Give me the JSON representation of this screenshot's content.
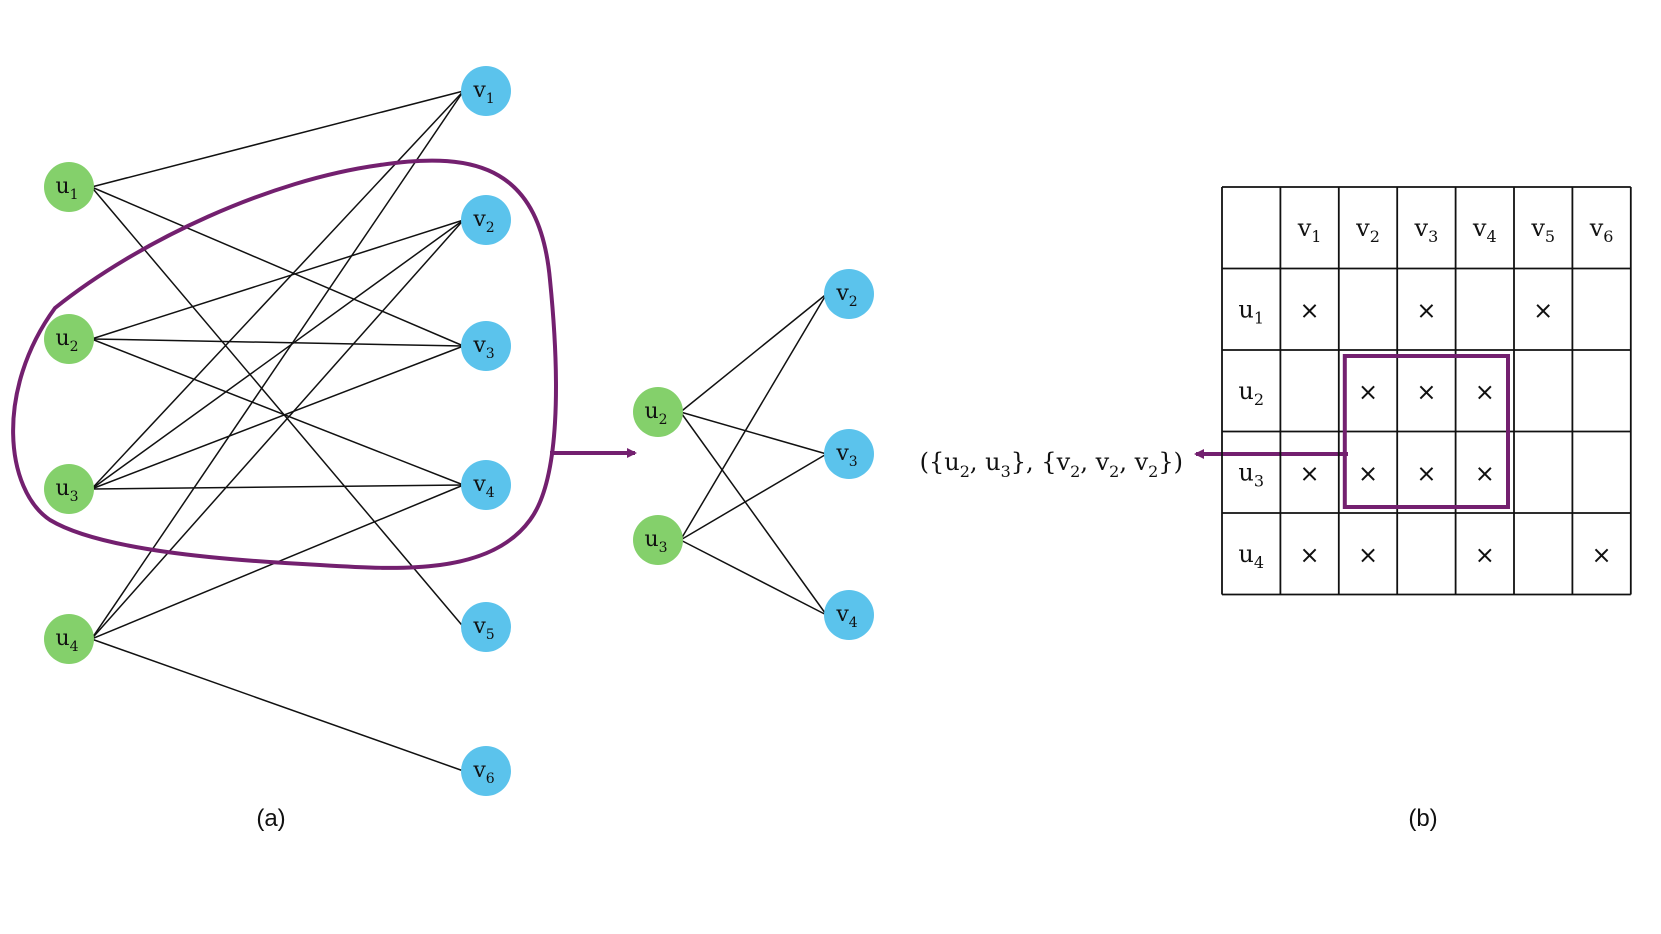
{
  "graph_a": {
    "caption": "(a)",
    "u_nodes": [
      {
        "id": "u1",
        "base": "u",
        "sub": "1"
      },
      {
        "id": "u2",
        "base": "u",
        "sub": "2"
      },
      {
        "id": "u3",
        "base": "u",
        "sub": "3"
      },
      {
        "id": "u4",
        "base": "u",
        "sub": "4"
      }
    ],
    "v_nodes": [
      {
        "id": "v1",
        "base": "v",
        "sub": "1"
      },
      {
        "id": "v2",
        "base": "v",
        "sub": "2"
      },
      {
        "id": "v3",
        "base": "v",
        "sub": "3"
      },
      {
        "id": "v4",
        "base": "v",
        "sub": "4"
      },
      {
        "id": "v5",
        "base": "v",
        "sub": "5"
      },
      {
        "id": "v6",
        "base": "v",
        "sub": "6"
      }
    ],
    "edges": [
      [
        "u1",
        "v1"
      ],
      [
        "u1",
        "v3"
      ],
      [
        "u1",
        "v5"
      ],
      [
        "u2",
        "v2"
      ],
      [
        "u2",
        "v3"
      ],
      [
        "u2",
        "v4"
      ],
      [
        "u3",
        "v1"
      ],
      [
        "u3",
        "v2"
      ],
      [
        "u3",
        "v3"
      ],
      [
        "u3",
        "v4"
      ],
      [
        "u4",
        "v1"
      ],
      [
        "u4",
        "v2"
      ],
      [
        "u4",
        "v4"
      ],
      [
        "u4",
        "v6"
      ]
    ]
  },
  "subgraph": {
    "u_nodes": [
      {
        "id": "u2",
        "base": "u",
        "sub": "2"
      },
      {
        "id": "u3",
        "base": "u",
        "sub": "3"
      }
    ],
    "v_nodes": [
      {
        "id": "v2",
        "base": "v",
        "sub": "2"
      },
      {
        "id": "v3",
        "base": "v",
        "sub": "3"
      },
      {
        "id": "v4",
        "base": "v",
        "sub": "4"
      }
    ],
    "edges": [
      [
        "u2",
        "v2"
      ],
      [
        "u2",
        "v3"
      ],
      [
        "u2",
        "v4"
      ],
      [
        "u3",
        "v2"
      ],
      [
        "u3",
        "v3"
      ],
      [
        "u3",
        "v4"
      ]
    ]
  },
  "tuple_parts": [
    {
      "t": "({"
    },
    {
      "t": "u"
    },
    {
      "s": "2"
    },
    {
      "t": ", u"
    },
    {
      "s": "3"
    },
    {
      "t": "}, {v"
    },
    {
      "s": "2"
    },
    {
      "t": ", v"
    },
    {
      "s": "2"
    },
    {
      "t": ", v"
    },
    {
      "s": "2"
    },
    {
      "t": "})"
    }
  ],
  "matrix_b": {
    "caption": "(b)",
    "col_headers": [
      {
        "base": "v",
        "sub": "1"
      },
      {
        "base": "v",
        "sub": "2"
      },
      {
        "base": "v",
        "sub": "3"
      },
      {
        "base": "v",
        "sub": "4"
      },
      {
        "base": "v",
        "sub": "5"
      },
      {
        "base": "v",
        "sub": "6"
      }
    ],
    "row_headers": [
      {
        "base": "u",
        "sub": "1"
      },
      {
        "base": "u",
        "sub": "2"
      },
      {
        "base": "u",
        "sub": "3"
      },
      {
        "base": "u",
        "sub": "4"
      }
    ],
    "mark_symbol": "×",
    "cells": [
      [
        1,
        0,
        1,
        0,
        1,
        0
      ],
      [
        0,
        1,
        1,
        1,
        0,
        0
      ],
      [
        1,
        1,
        1,
        1,
        0,
        0
      ],
      [
        1,
        1,
        0,
        1,
        0,
        1
      ]
    ],
    "highlight": {
      "rows": [
        1,
        2
      ],
      "cols": [
        1,
        3
      ]
    }
  },
  "colors": {
    "u_node": "#84d06b",
    "v_node": "#5bc3ec",
    "accent": "#73206f",
    "edge": "#111111"
  }
}
